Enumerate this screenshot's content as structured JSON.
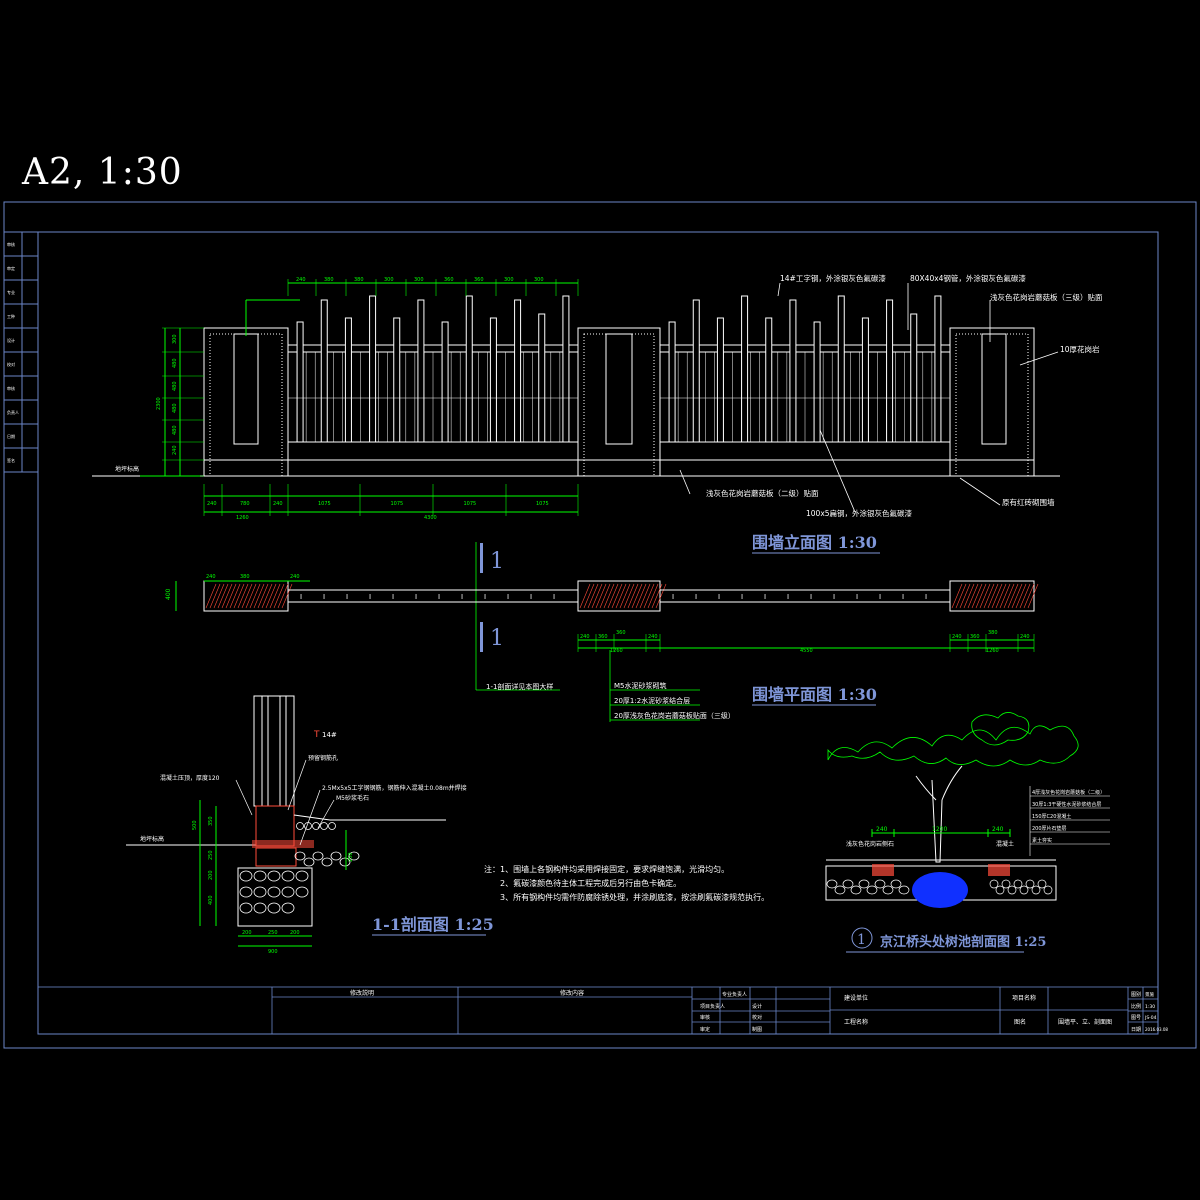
{
  "sheet_label": "A2,  1:30",
  "colors": {
    "background": "#000000",
    "frame": "#6b86c9",
    "linework": "#ffffff",
    "dimension": "#00ff00",
    "title": "#7f96d8",
    "hatch": "#ff4b3a",
    "tree_pit": "#1030ff",
    "leader": "#00ff00"
  },
  "views": {
    "elevation_title": "围墙立面图  1:30",
    "plan_title": "围墙平面图  1:30",
    "section_title": "1-1剖面图  1:25",
    "tree_title": "京江桥头处树池剖面图  1:25",
    "tree_title_mark": "1"
  },
  "section_marks": {
    "top": "1",
    "bottom": "1"
  },
  "elevation_dims_top": [
    "240",
    "380",
    "380",
    "300",
    "300",
    "360",
    "360",
    "300",
    "300"
  ],
  "elevation_dims_bottom": [
    "240",
    "780",
    "240",
    "1075",
    "1075",
    "1075",
    "1075"
  ],
  "elevation_dims_total": [
    "1260",
    "4300"
  ],
  "elevation_dims_left": [
    "300",
    "480",
    "480",
    "480",
    "480",
    "240",
    "2300"
  ],
  "elevation_notes": {
    "i_beam": "14#工字钢，外涂银灰色氟碳漆",
    "steel_tube": "80X40x4钢管，外涂银灰色氟碳漆",
    "granite_face": "浅灰色花岗岩蘑菇板（三级）贴面",
    "granite_band": "10厚花岗岩",
    "ground": "地坪标高",
    "granite_base": "浅灰色花岗岩蘑菇板（二级）贴面",
    "flat_bar": "100x5扁钢，外涂银灰色氟碳漆",
    "brick_wall": "原有红砖砌围墙"
  },
  "plan_dims_left": [
    "240",
    "380",
    "240"
  ],
  "plan_dims_mid": [
    "240",
    "360",
    "360",
    "240",
    "1260"
  ],
  "plan_dims_right": [
    "240",
    "360",
    "380",
    "240",
    "1260"
  ],
  "plan_dims_span": "4550",
  "plan_notes": {
    "section_ref": "1-1剖面详见本图大样",
    "mortar": "M5水泥砂浆砌筑",
    "cement": "20厚1:2水泥砂浆结合层",
    "facing": "20厚浅灰色花岗岩蘑菇板贴面（三级）"
  },
  "section_notes": {
    "i_beam_top": "14#",
    "cap": "混凝土压顶，厚度120",
    "rebar_hole": "预留钢筋孔",
    "anchor": "2.5Mx5x5工字钢钢筋，钢筋伸入混凝土0.08m并焊接",
    "rubble": "M5砂浆毛石",
    "ground": "地坪标高"
  },
  "section_dims": [
    "500",
    "350",
    "250",
    "200",
    "400",
    "200",
    "250",
    "200",
    "900"
  ],
  "general_notes": [
    "注：1、围墙上各钢构件均采用焊接固定，要求焊缝饱满，光滑均匀。",
    "2、氟碳漆颜色待主体工程完成后另行由色卡确定。",
    "3、所有钢构件均需作防腐除锈处理，并涂刷底漆，按涂刷氟碳漆规范执行。"
  ],
  "tree_notes": [
    "4厚浅灰色花岗岩蘑菇板（二级）",
    "30厚1:3干硬性水泥砂浆结合层",
    "150厚C20混凝土",
    "200厚片石垫层",
    "素土夯实"
  ],
  "tree_dims": [
    "240",
    "1200",
    "240"
  ],
  "tree_labels": {
    "left": "浅灰色花岗岩侧石",
    "right": "混凝土"
  },
  "title_block": {
    "revision_header": "修改説明",
    "revision_content": "修改内容",
    "roles_left": [
      "专业负责人",
      "项目负责人",
      "审核",
      "审定"
    ],
    "roles_mid": [
      "设计",
      "校对",
      "制图"
    ],
    "project_label": "工程名称",
    "drawing_label": "图名",
    "client_label": "建设单位",
    "stage_label": "项目名称",
    "drawing_name": "围墙平、立、剖面图",
    "meta_keys": [
      "图别",
      "比例",
      "图号",
      "日期"
    ],
    "meta_vals": [
      "景施",
      "1:30",
      "JS-04",
      "2016.03.08"
    ]
  },
  "revision_rows": [
    "审核",
    "审定",
    "专业",
    "工种",
    "设计",
    "校对",
    "审核",
    "负责人",
    "日期",
    "签名"
  ]
}
